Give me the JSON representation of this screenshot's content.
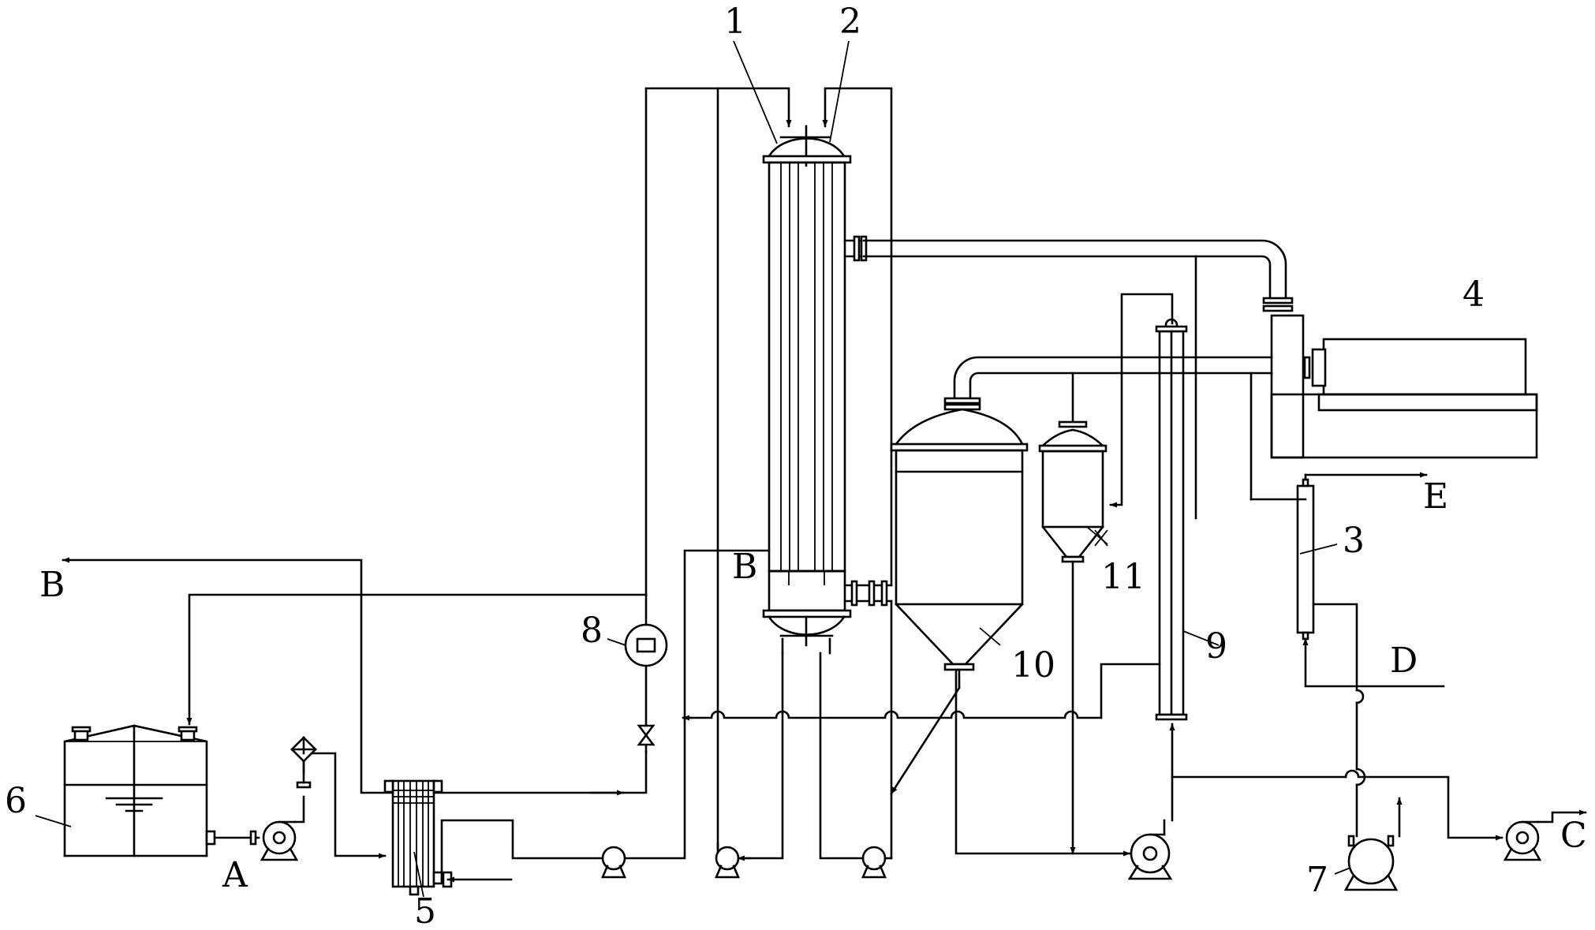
{
  "labels": {
    "n1": "1",
    "n2": "2",
    "n3": "3",
    "n4": "4",
    "n5": "5",
    "n6": "6",
    "n7": "7",
    "n8": "8",
    "n9": "9",
    "n10": "10",
    "n11": "11",
    "stream_a": "A",
    "stream_b_left": "B",
    "stream_b_column": "B",
    "stream_c": "C",
    "stream_d": "D",
    "stream_e": "E"
  }
}
